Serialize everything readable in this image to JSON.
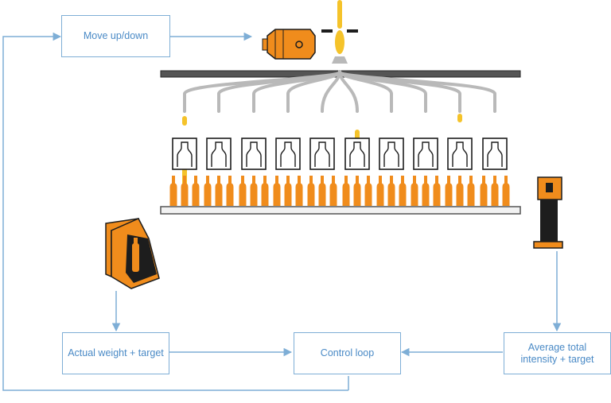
{
  "boxes": {
    "move": "Move up/down",
    "actual_weight": "Actual weight + target",
    "control_loop": "Control loop",
    "avg_intensity": "Average total intensity + target"
  },
  "colors": {
    "orange": "#f08c1c",
    "yellow": "#f5c32a",
    "flow_line": "#7eaed6",
    "box_text": "#4a8ac6",
    "conveyor": "#555555",
    "pipes": "#b9b9b9",
    "dark": "#1d1d1d"
  },
  "icons": {
    "motor": "gear-motor-icon",
    "sensor": "inspection-sensor-icon",
    "scale": "weighing-station-icon"
  }
}
